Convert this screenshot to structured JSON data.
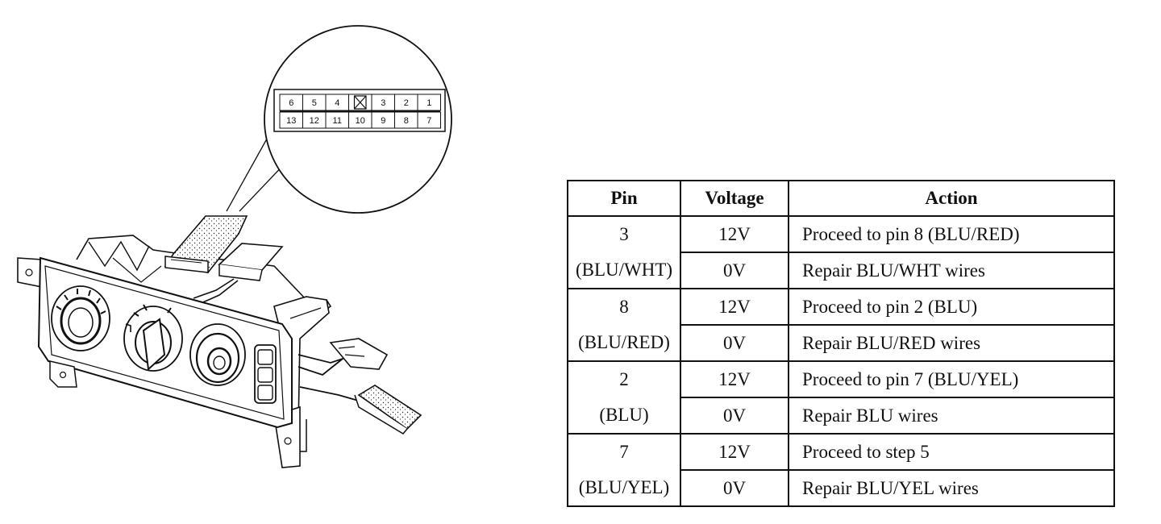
{
  "connector": {
    "top_row": [
      "6",
      "5",
      "4",
      "",
      "3",
      "2",
      "1"
    ],
    "bottom_row": [
      "13",
      "12",
      "11",
      "10",
      "9",
      "8",
      "7"
    ]
  },
  "table": {
    "headers": {
      "pin": "Pin",
      "voltage": "Voltage",
      "action": "Action"
    },
    "groups": [
      {
        "pin": "3",
        "color": "(BLU/WHT)",
        "rows": [
          {
            "voltage": "12V",
            "action": "Proceed to pin 8 (BLU/RED)"
          },
          {
            "voltage": "0V",
            "action": "Repair BLU/WHT wires"
          }
        ]
      },
      {
        "pin": "8",
        "color": "(BLU/RED)",
        "rows": [
          {
            "voltage": "12V",
            "action": "Proceed to pin 2 (BLU)"
          },
          {
            "voltage": "0V",
            "action": "Repair BLU/RED wires"
          }
        ]
      },
      {
        "pin": "2",
        "color": "(BLU)",
        "rows": [
          {
            "voltage": "12V",
            "action": "Proceed to pin 7 (BLU/YEL)"
          },
          {
            "voltage": "0V",
            "action": "Repair BLU wires"
          }
        ]
      },
      {
        "pin": "7",
        "color": "(BLU/YEL)",
        "rows": [
          {
            "voltage": "12V",
            "action": "Proceed to step 5"
          },
          {
            "voltage": "0V",
            "action": "Repair BLU/YEL wires"
          }
        ]
      }
    ]
  }
}
